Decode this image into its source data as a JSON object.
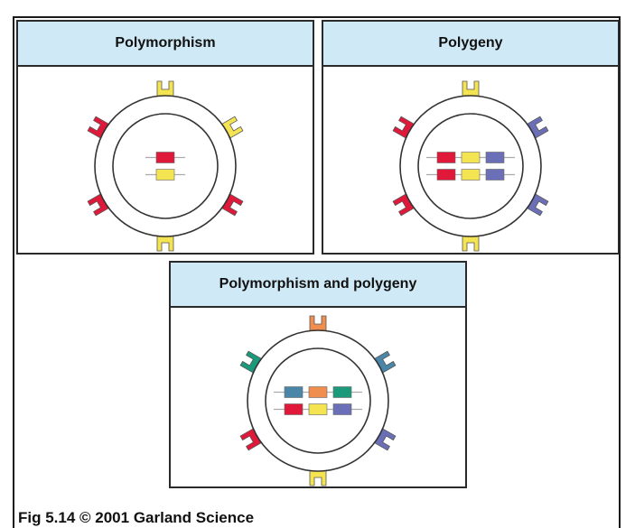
{
  "figure": {
    "caption": "Fig 5.14  © 2001 Garland Science"
  },
  "panels": [
    {
      "title": "Polymorphism",
      "surface_molecules": [
        "yellow",
        "red",
        "yellow",
        "yellow",
        "red",
        "red"
      ],
      "gene_rows": [
        [
          "red"
        ],
        [
          "yellow"
        ]
      ]
    },
    {
      "title": "Polygeny",
      "surface_molecules": [
        "yellow",
        "red",
        "blue",
        "yellow",
        "red",
        "blue"
      ],
      "gene_rows": [
        [
          "red",
          "yellow",
          "blue"
        ],
        [
          "red",
          "yellow",
          "blue"
        ]
      ]
    },
    {
      "title": "Polymorphism and polygeny",
      "surface_molecules": [
        "orange",
        "teal",
        "steel",
        "yellow",
        "red",
        "blue"
      ],
      "gene_rows": [
        [
          "steel",
          "orange",
          "teal"
        ],
        [
          "red",
          "yellow",
          "blue"
        ]
      ]
    }
  ],
  "colors": {
    "red": "#e0193a",
    "yellow": "#f5e451",
    "blue": "#6b6fb8",
    "orange": "#ef8e4e",
    "teal": "#1a9a7a",
    "steel": "#4a86a8",
    "header": "#cfeaf6"
  }
}
